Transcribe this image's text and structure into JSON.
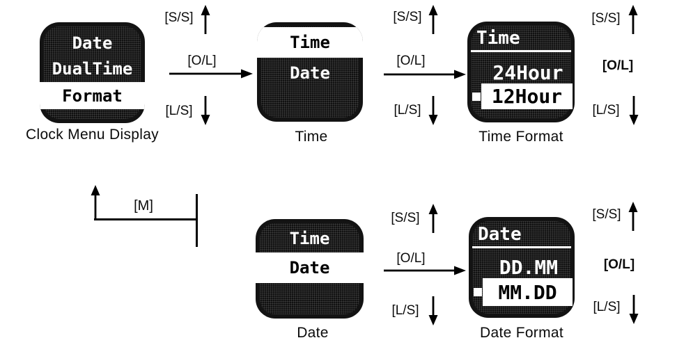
{
  "page": {
    "background": "#ffffff"
  },
  "buttons": {
    "ss": "[S/S]",
    "ol": "[O/L]",
    "ls": "[L/S]",
    "m": "[M]"
  },
  "screens": {
    "clock_menu": {
      "caption": "Clock Menu Display",
      "lines": {
        "l1": "Date",
        "l2": "DualTime",
        "l3": "Format"
      }
    },
    "time": {
      "caption": "Time",
      "lines": {
        "l1": "Time",
        "l2": "Date"
      }
    },
    "time_format": {
      "caption": "Time Format",
      "title": "Time",
      "options": {
        "o1": "24Hour",
        "o2": "12Hour"
      }
    },
    "date": {
      "caption": "Date",
      "lines": {
        "l1": "Time",
        "l2": "Date"
      }
    },
    "date_format": {
      "caption": "Date Format",
      "title": "Date",
      "options": {
        "o1": "DD.MM",
        "o2": "MM.DD"
      }
    }
  },
  "colors": {
    "lcd_background": "#111111",
    "lcd_text": "#ffffff",
    "highlight": "#ffffff",
    "ink": "#000000"
  }
}
